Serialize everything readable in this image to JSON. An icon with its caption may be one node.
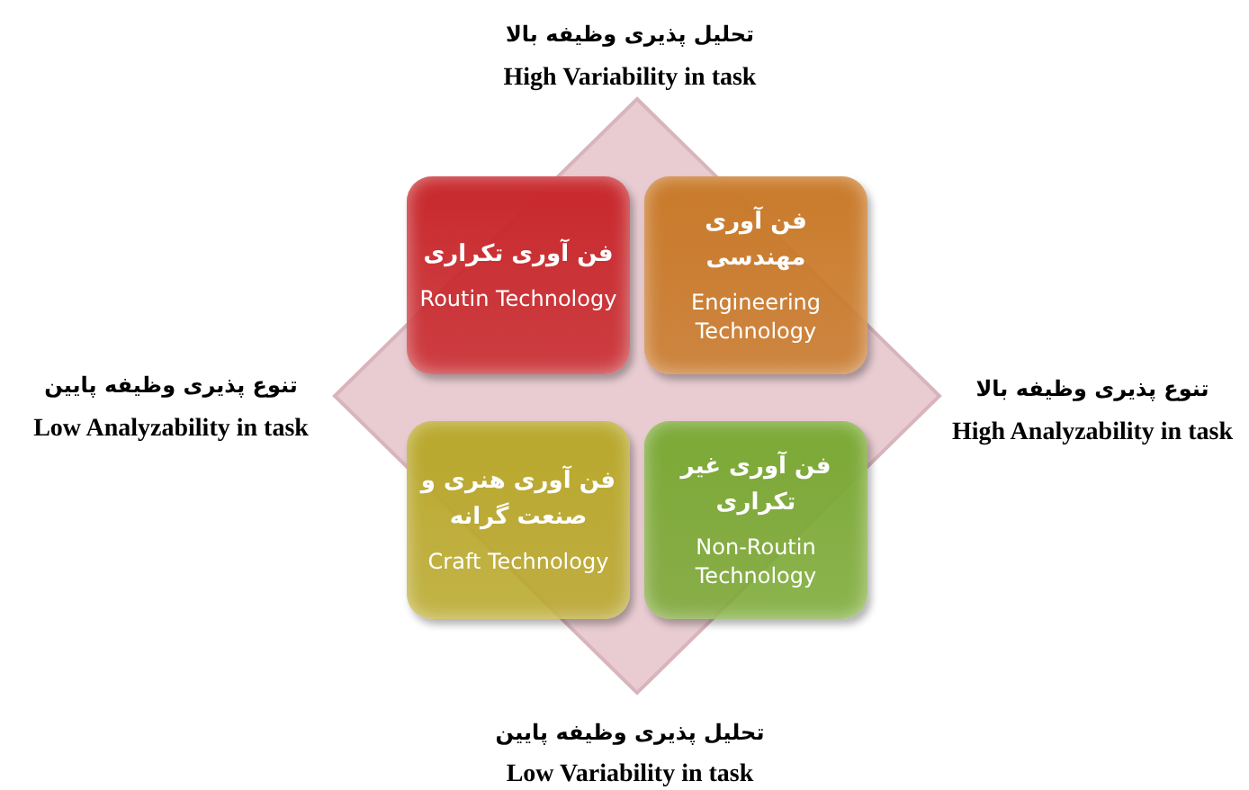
{
  "diagram": {
    "nodes": [
      {
        "text": [
          "فن آوری تکراری",
          "Routin Technology"
        ]
      },
      {
        "text": [
          "فن آوری مهندسی",
          "Engineering Technology"
        ]
      },
      {
        "text": [
          "فن آوری هنری و صنعت گرانه",
          "Craft Technology"
        ]
      },
      {
        "text": [
          "فن آوری غیر تکراری",
          "Non-Routin Technology"
        ]
      }
    ],
    "edges": [],
    "labels": [
      "تحلیل پذیری وظیفه بالا",
      "High Variability in task",
      "تنوع پذیری وظیفه پایین",
      "Low Analyzability in task",
      "تنوع پذیری وظیفه بالا",
      "High Analyzability in task",
      "تحلیل پذیری وظیفه پایین",
      "Low Variability in task"
    ]
  }
}
